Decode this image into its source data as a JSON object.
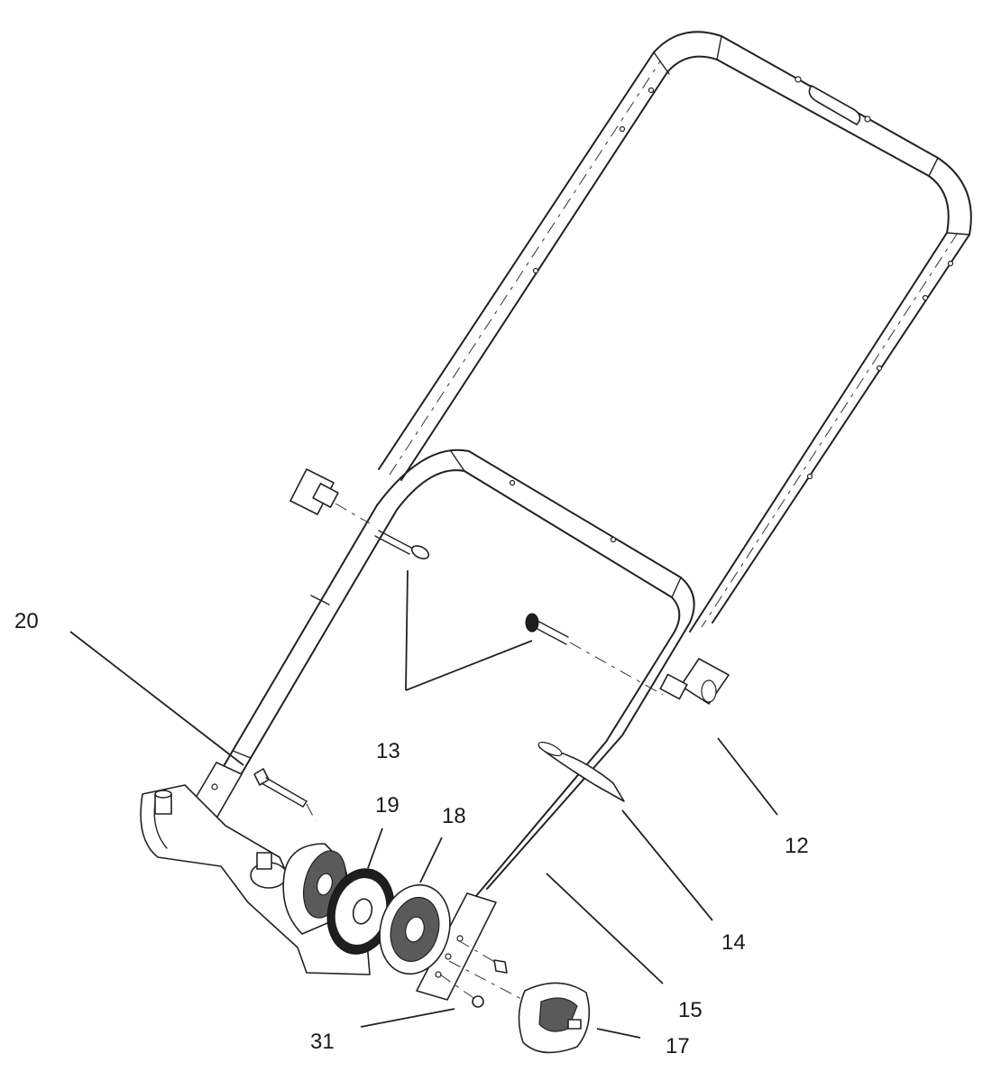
{
  "callouts": {
    "c20": "20",
    "c13": "13",
    "c19": "19",
    "c18": "18",
    "c12": "12",
    "c14": "14",
    "c15": "15",
    "c31": "31",
    "c17": "17"
  }
}
